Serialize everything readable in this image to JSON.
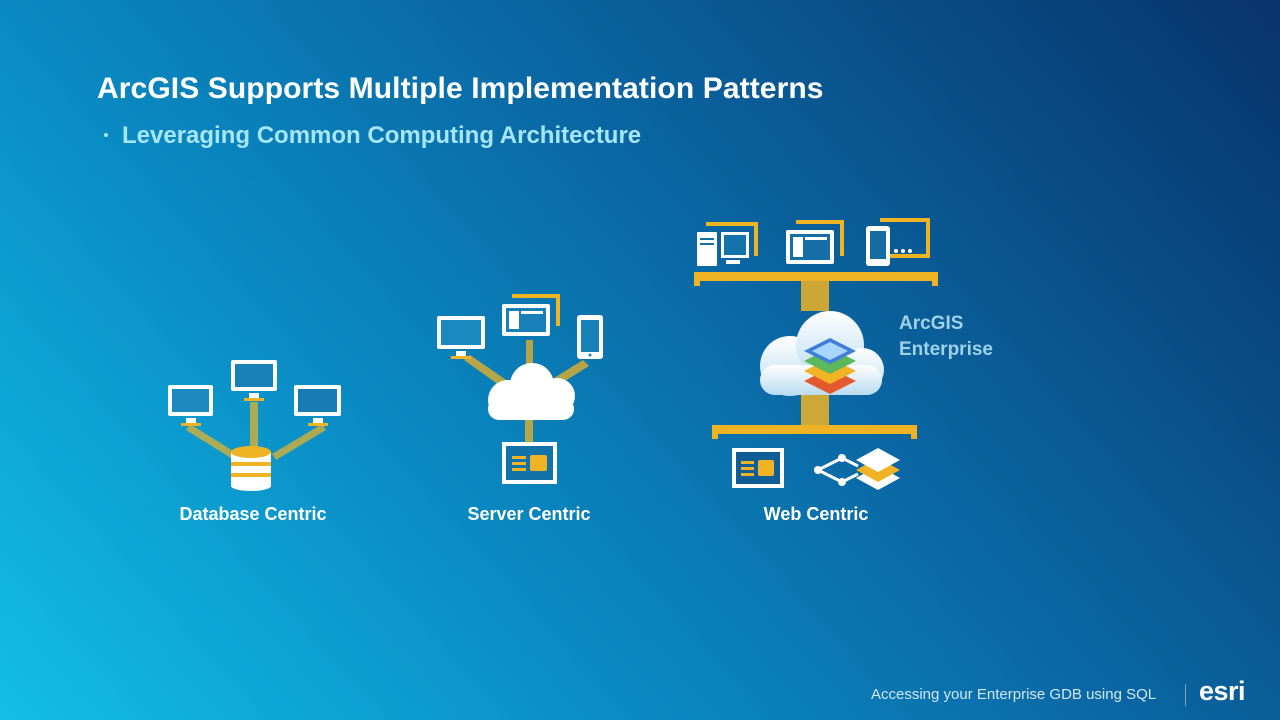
{
  "slide": {
    "title": "ArcGIS Supports Multiple Implementation Patterns",
    "bullet": "Leveraging Common Computing Architecture"
  },
  "patterns": {
    "database_centric": "Database Centric",
    "server_centric": "Server Centric",
    "web_centric": "Web Centric"
  },
  "enterprise": {
    "line1": "ArcGIS",
    "line2": "Enterprise"
  },
  "footer": {
    "caption": "Accessing your Enterprise GDB using SQL",
    "logo": "esri"
  },
  "colors": {
    "accent_gold": "#f0b323",
    "icon_white": "#ffffff",
    "cloud_blue": "#d9ecf7",
    "title_white": "#ffffff",
    "bullet_cyan": "#a6e6fb"
  },
  "icons": [
    "monitor-icon",
    "database-icon",
    "cloud-icon",
    "tablet-icon",
    "phone-icon",
    "server-icon",
    "layers-icon",
    "network-icon",
    "desktop-tower-icon"
  ]
}
